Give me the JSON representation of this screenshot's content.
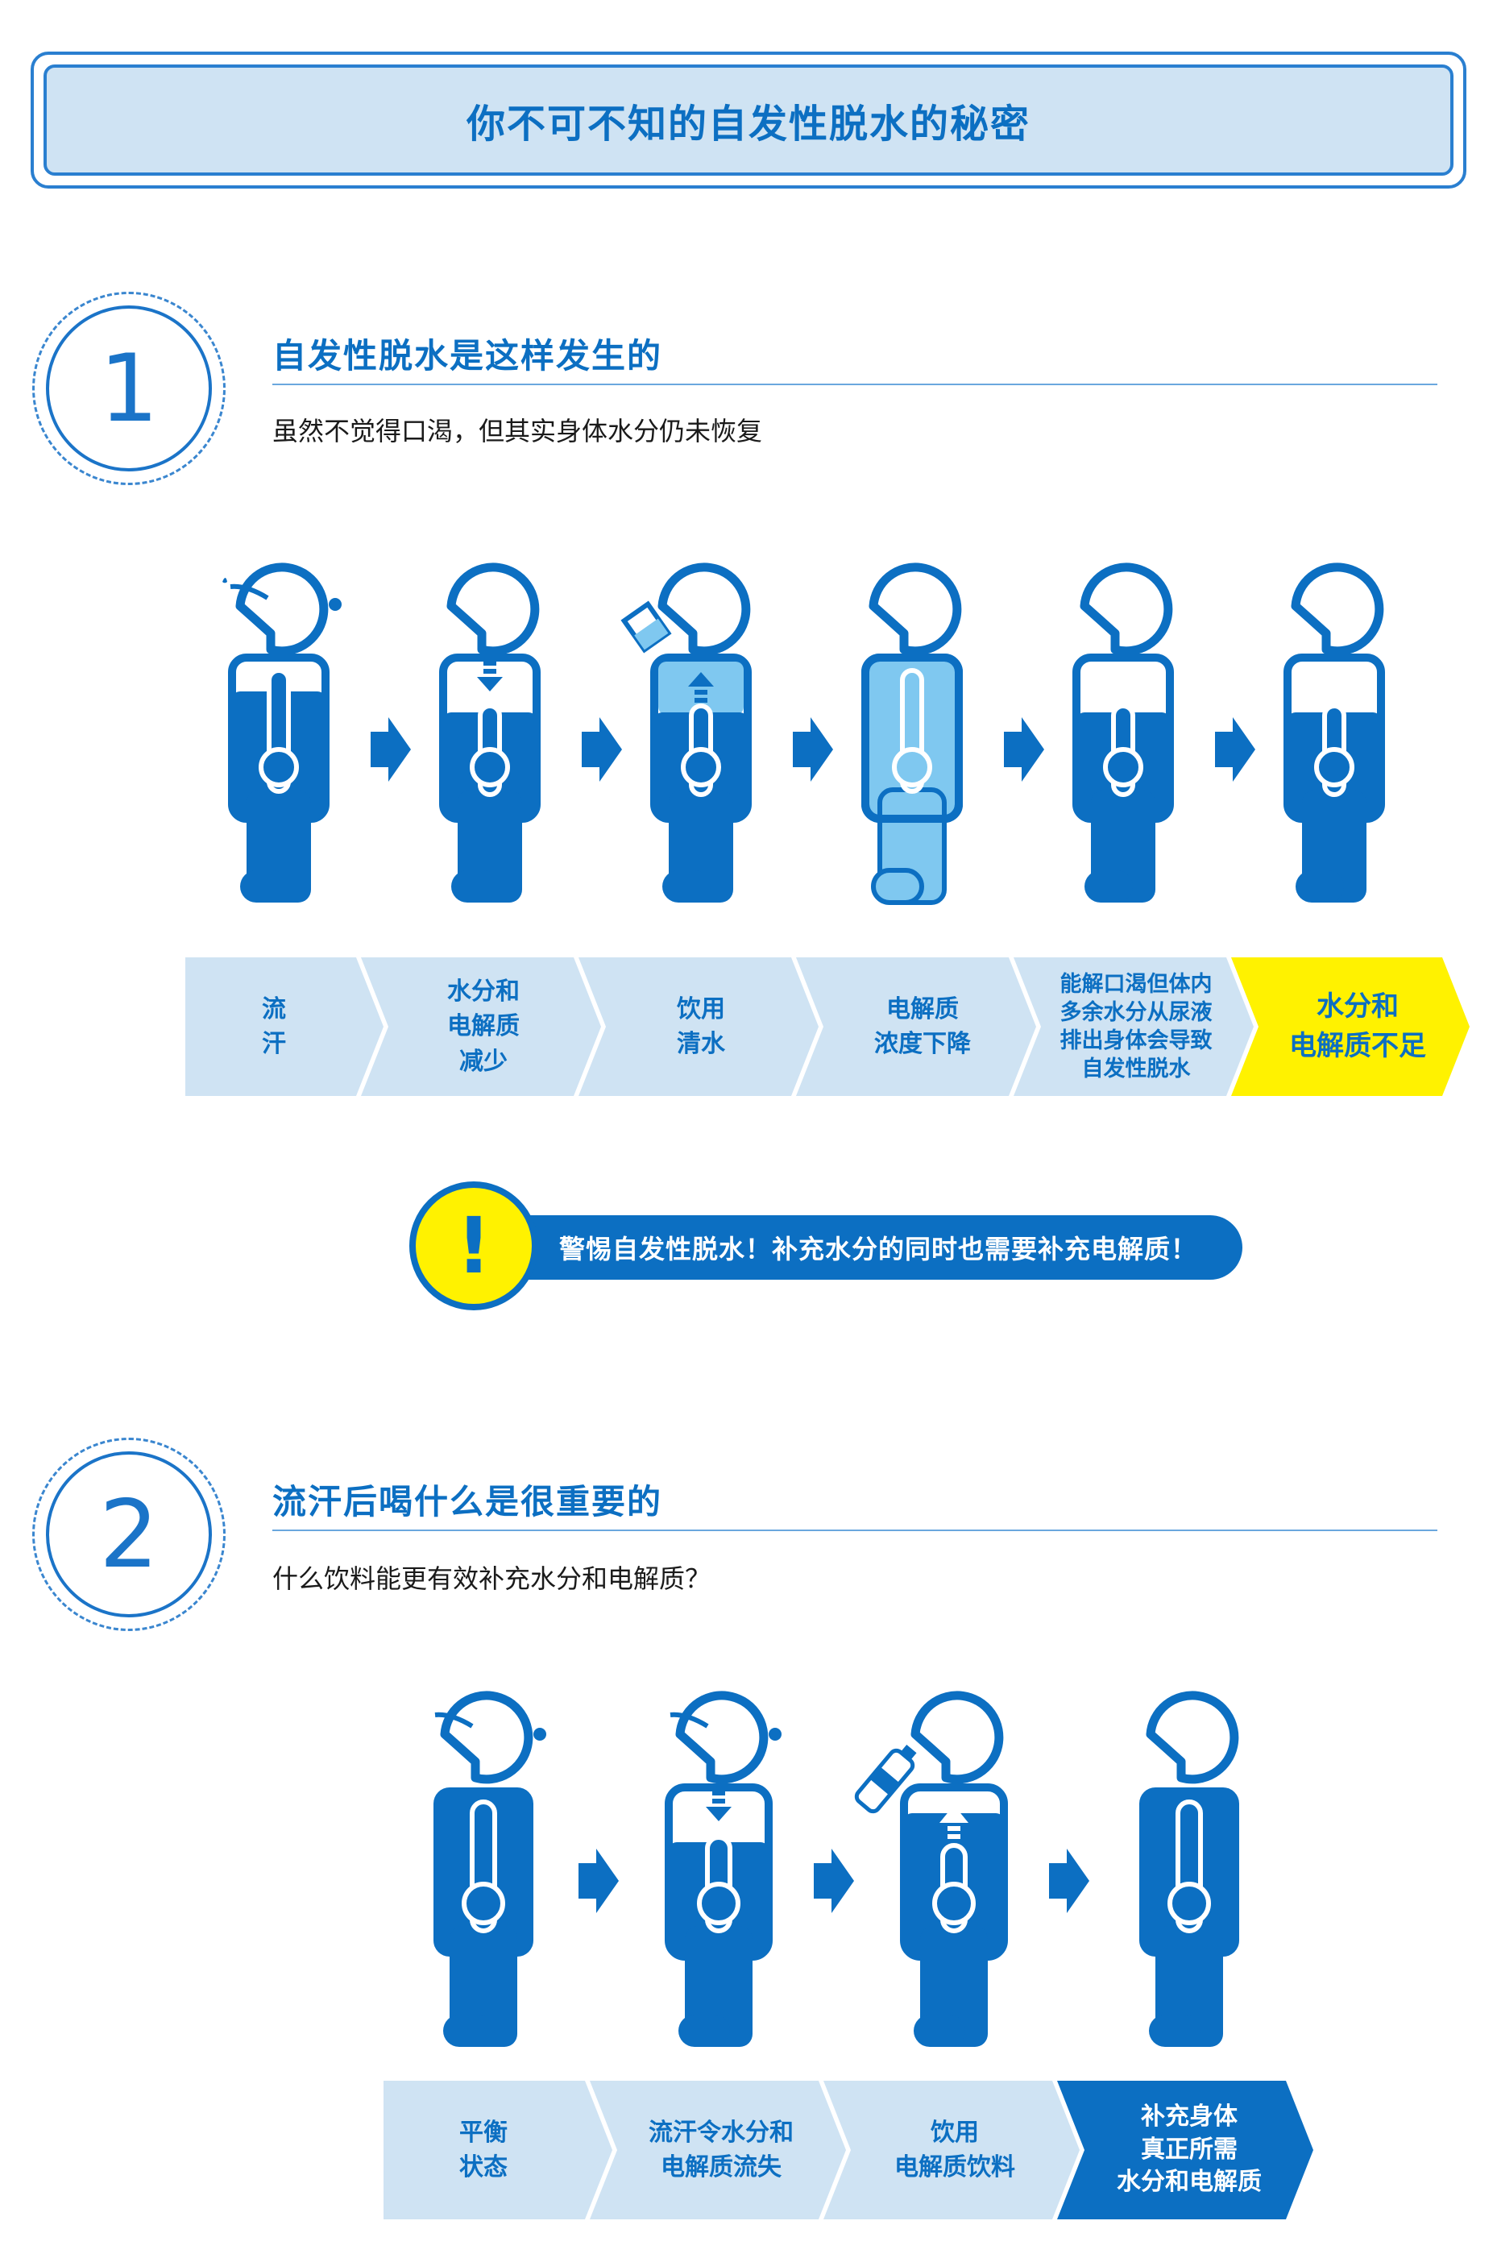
{
  "title": "你不可不知的自发性脱水的秘密",
  "section1": {
    "number": "1",
    "title": "自发性脱水是这样发生的",
    "subtitle": "虽然不觉得口渴，但其实身体水分仍未恢复",
    "steps": [
      {
        "lines": [
          "流",
          "汗"
        ]
      },
      {
        "lines": [
          "水分和",
          "电解质",
          "减少"
        ]
      },
      {
        "lines": [
          "饮用",
          "清水"
        ]
      },
      {
        "lines": [
          "电解质",
          "浓度下降"
        ]
      },
      {
        "lines": [
          "能解口渴但体内",
          "多余水分从尿液",
          "排出身体会导致",
          "自发性脱水"
        ]
      },
      {
        "lines": [
          "水分和",
          "电解质不足"
        ]
      }
    ]
  },
  "warning": {
    "icon": "!",
    "text": "警惕自发性脱水！补充水分的同时也需要补充电解质！"
  },
  "section2": {
    "number": "2",
    "title": "流汗后喝什么是很重要的",
    "subtitle": "什么饮料能更有效补充水分和电解质？",
    "steps": [
      {
        "lines": [
          "平衡",
          "状态"
        ]
      },
      {
        "lines": [
          "流汗令水分和",
          "电解质流失"
        ]
      },
      {
        "lines": [
          "饮用",
          "电解质饮料"
        ]
      },
      {
        "lines": [
          "补充身体",
          "真正所需",
          "水分和电解质"
        ]
      }
    ]
  },
  "colors": {
    "primary": "#0c6fc2",
    "light_blue": "#cfe3f3",
    "water_light": "#7fc8f0",
    "highlight_yellow": "#fff200"
  }
}
